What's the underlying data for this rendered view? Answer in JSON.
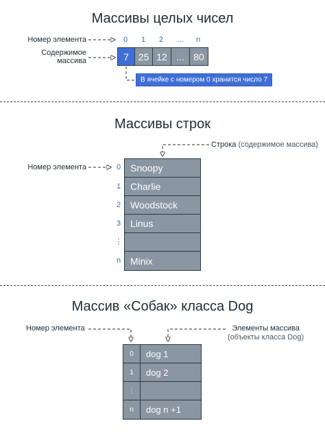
{
  "section1": {
    "title": "Массивы целых чисел",
    "index_label": "Номер элемента",
    "content_label_line1": "Содержимое",
    "content_label_line2": "массива",
    "indices": [
      "0",
      "1",
      "2",
      "...",
      "n"
    ],
    "cells": [
      "7",
      "25",
      "12",
      "...",
      "80"
    ],
    "highlighted_index": 0,
    "callout": "В ячейке с номером 0 хранится число 7"
  },
  "section2": {
    "title": "Массивы строк",
    "index_label": "Номер элемента",
    "content_label_main": "Строка",
    "content_label_paren": "(содержимое массива)",
    "rows": [
      {
        "index": "0",
        "value": "Snoopy"
      },
      {
        "index": "1",
        "value": "Charlie"
      },
      {
        "index": "2",
        "value": "Woodstock"
      },
      {
        "index": "3",
        "value": "Linus"
      },
      {
        "index": "⋮",
        "value": ""
      },
      {
        "index": "n",
        "value": "Minix"
      }
    ]
  },
  "section3": {
    "title": "Массив «Собак» класса Dog",
    "index_label": "Номер элемента",
    "elements_label_line1": "Элементы массива",
    "elements_label_line2": "(объекты класса Dog)",
    "rows": [
      {
        "index": "0",
        "value": "dog 1"
      },
      {
        "index": "1",
        "value": "dog 2"
      },
      {
        "index": "⋮",
        "value": ""
      },
      {
        "index": "n",
        "value": "dog n +1"
      }
    ]
  },
  "colors": {
    "cell": "#8a96a2",
    "highlight": "#3f6fd6",
    "index_text": "#2f6fb5",
    "border": "#2c3a47"
  }
}
